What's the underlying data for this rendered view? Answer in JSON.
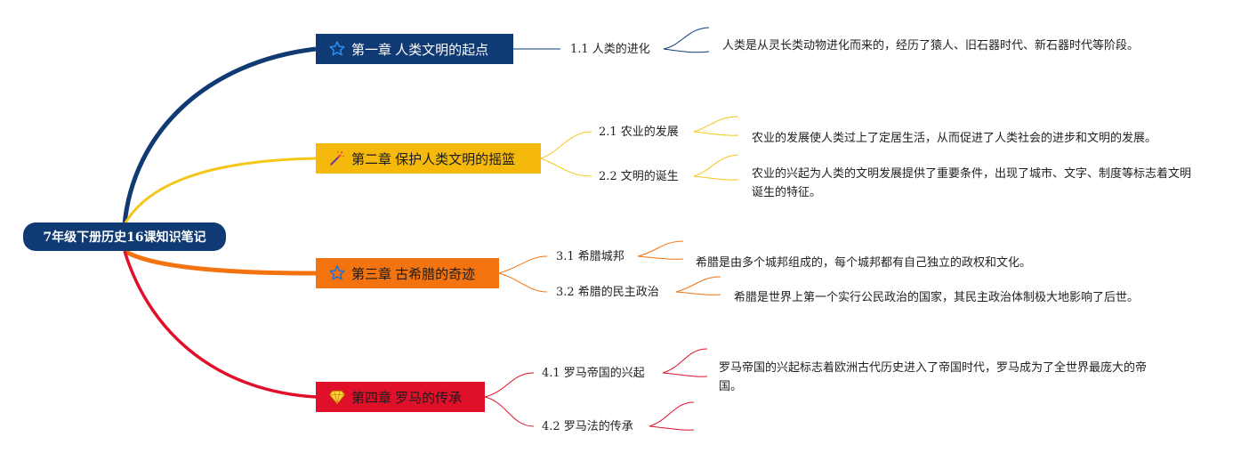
{
  "root": {
    "label": "7年级下册历史16课知识笔记"
  },
  "colors": {
    "chapter1": "#0f3a73",
    "chapter2": "#f5b90c",
    "chapter3": "#f2730f",
    "chapter4": "#e0102a"
  },
  "chapters": [
    {
      "label": "第一章 人类文明的起点",
      "icon": "star-outline-icon",
      "topics": [
        {
          "label": "1.1 人类的进化",
          "note": "人类是从灵长类动物进化而来的，经历了猿人、旧石器时代、新石器时代等阶段。"
        }
      ]
    },
    {
      "label": "第二章 保护人类文明的摇篮",
      "icon": "magic-wand-icon",
      "topics": [
        {
          "label": "2.1 农业的发展",
          "note": "农业的发展使人类过上了定居生活，从而促进了人类社会的进步和文明的发展。"
        },
        {
          "label": "2.2 文明的诞生",
          "note": "农业的兴起为人类的文明发展提供了重要条件，出现了城市、文字、制度等标志着文明诞生的特征。"
        }
      ]
    },
    {
      "label": "第三章 古希腊的奇迹",
      "icon": "star-outline-icon",
      "topics": [
        {
          "label": "3.1 希腊城邦",
          "note": "希腊是由多个城邦组成的，每个城邦都有自己独立的政权和文化。"
        },
        {
          "label": "3.2 希腊的民主政治",
          "note": "希腊是世界上第一个实行公民政治的国家，其民主政治体制极大地影响了后世。"
        }
      ]
    },
    {
      "label": "第四章 罗马的传承",
      "icon": "gem-icon",
      "topics": [
        {
          "label": "4.1 罗马帝国的兴起",
          "note": "罗马帝国的兴起标志着欧洲古代历史进入了帝国时代，罗马成为了全世界最庞大的帝国。"
        },
        {
          "label": "4.2 罗马法的传承",
          "note": ""
        }
      ]
    }
  ]
}
